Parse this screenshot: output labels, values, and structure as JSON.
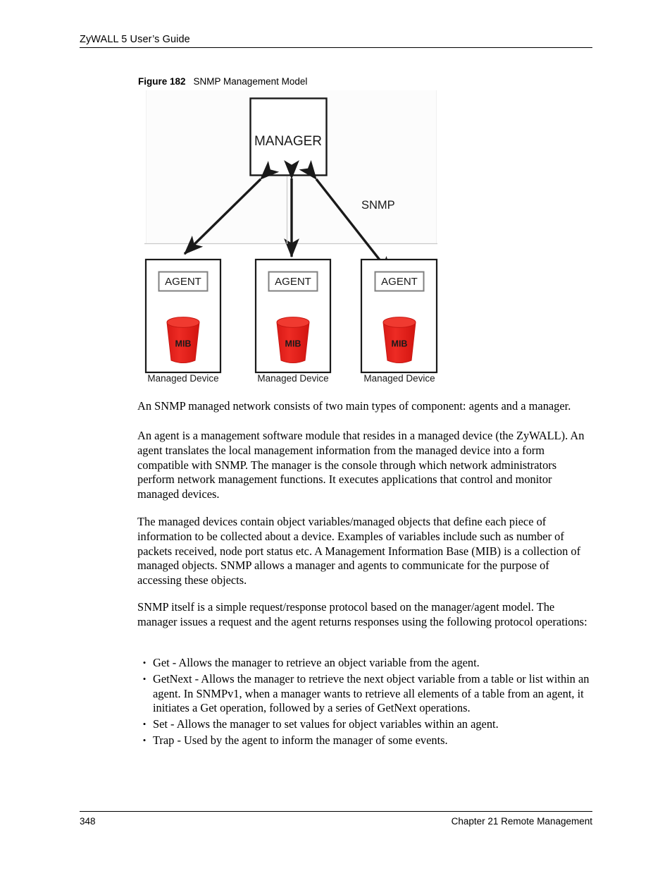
{
  "header": {
    "title": "ZyWALL 5 User’s Guide"
  },
  "figure": {
    "number": "Figure 182",
    "title": "SNMP Management Model",
    "manager_label": "MANAGER",
    "protocol_label": "SNMP",
    "devices": [
      {
        "agent_label": "AGENT",
        "db_label": "MIB",
        "caption": "Managed Device"
      },
      {
        "agent_label": "AGENT",
        "db_label": "MIB",
        "caption": "Managed Device"
      },
      {
        "agent_label": "AGENT",
        "db_label": "MIB",
        "caption": "Managed Device"
      }
    ],
    "colors": {
      "db_fill": "#e8201c",
      "db_top": "#f03a30",
      "outline": "#1a1a1a",
      "agent_border": "#808080",
      "baseline": "#c9c9c9",
      "panel": "#fcfcfc"
    }
  },
  "body": {
    "paragraphs": [
      "An SNMP managed network consists of two main types of component: agents and a manager.",
      "An agent is a management software module that resides in a managed device (the ZyWALL). An agent translates the local management information from the managed device into a form compatible with SNMP. The manager is the console through which network administrators perform network management functions. It executes applications that control and monitor managed devices.",
      "The managed devices contain object variables/managed objects that define each piece of information to be collected about a device. Examples of variables include such as number of packets received, node port status etc. A Management Information Base (MIB) is a collection of managed objects. SNMP allows a manager and agents to communicate for the purpose of accessing these objects.",
      "SNMP itself is a simple request/response protocol based on the manager/agent model. The manager issues a request and the agent returns responses using the following protocol operations:"
    ],
    "bullet_marker": "•",
    "bullets": [
      "Get - Allows the manager to retrieve an object variable from the agent.",
      "GetNext - Allows the manager to retrieve the next object variable from a table or list within an agent. In SNMPv1, when a manager wants to retrieve all elements of a table from an agent, it initiates a Get operation, followed by a series of GetNext operations.",
      "Set - Allows the manager to set values for object variables within an agent.",
      "Trap - Used by the agent to inform the manager of some events."
    ]
  },
  "footer": {
    "page_number": "348",
    "chapter": "Chapter 21 Remote Management"
  }
}
